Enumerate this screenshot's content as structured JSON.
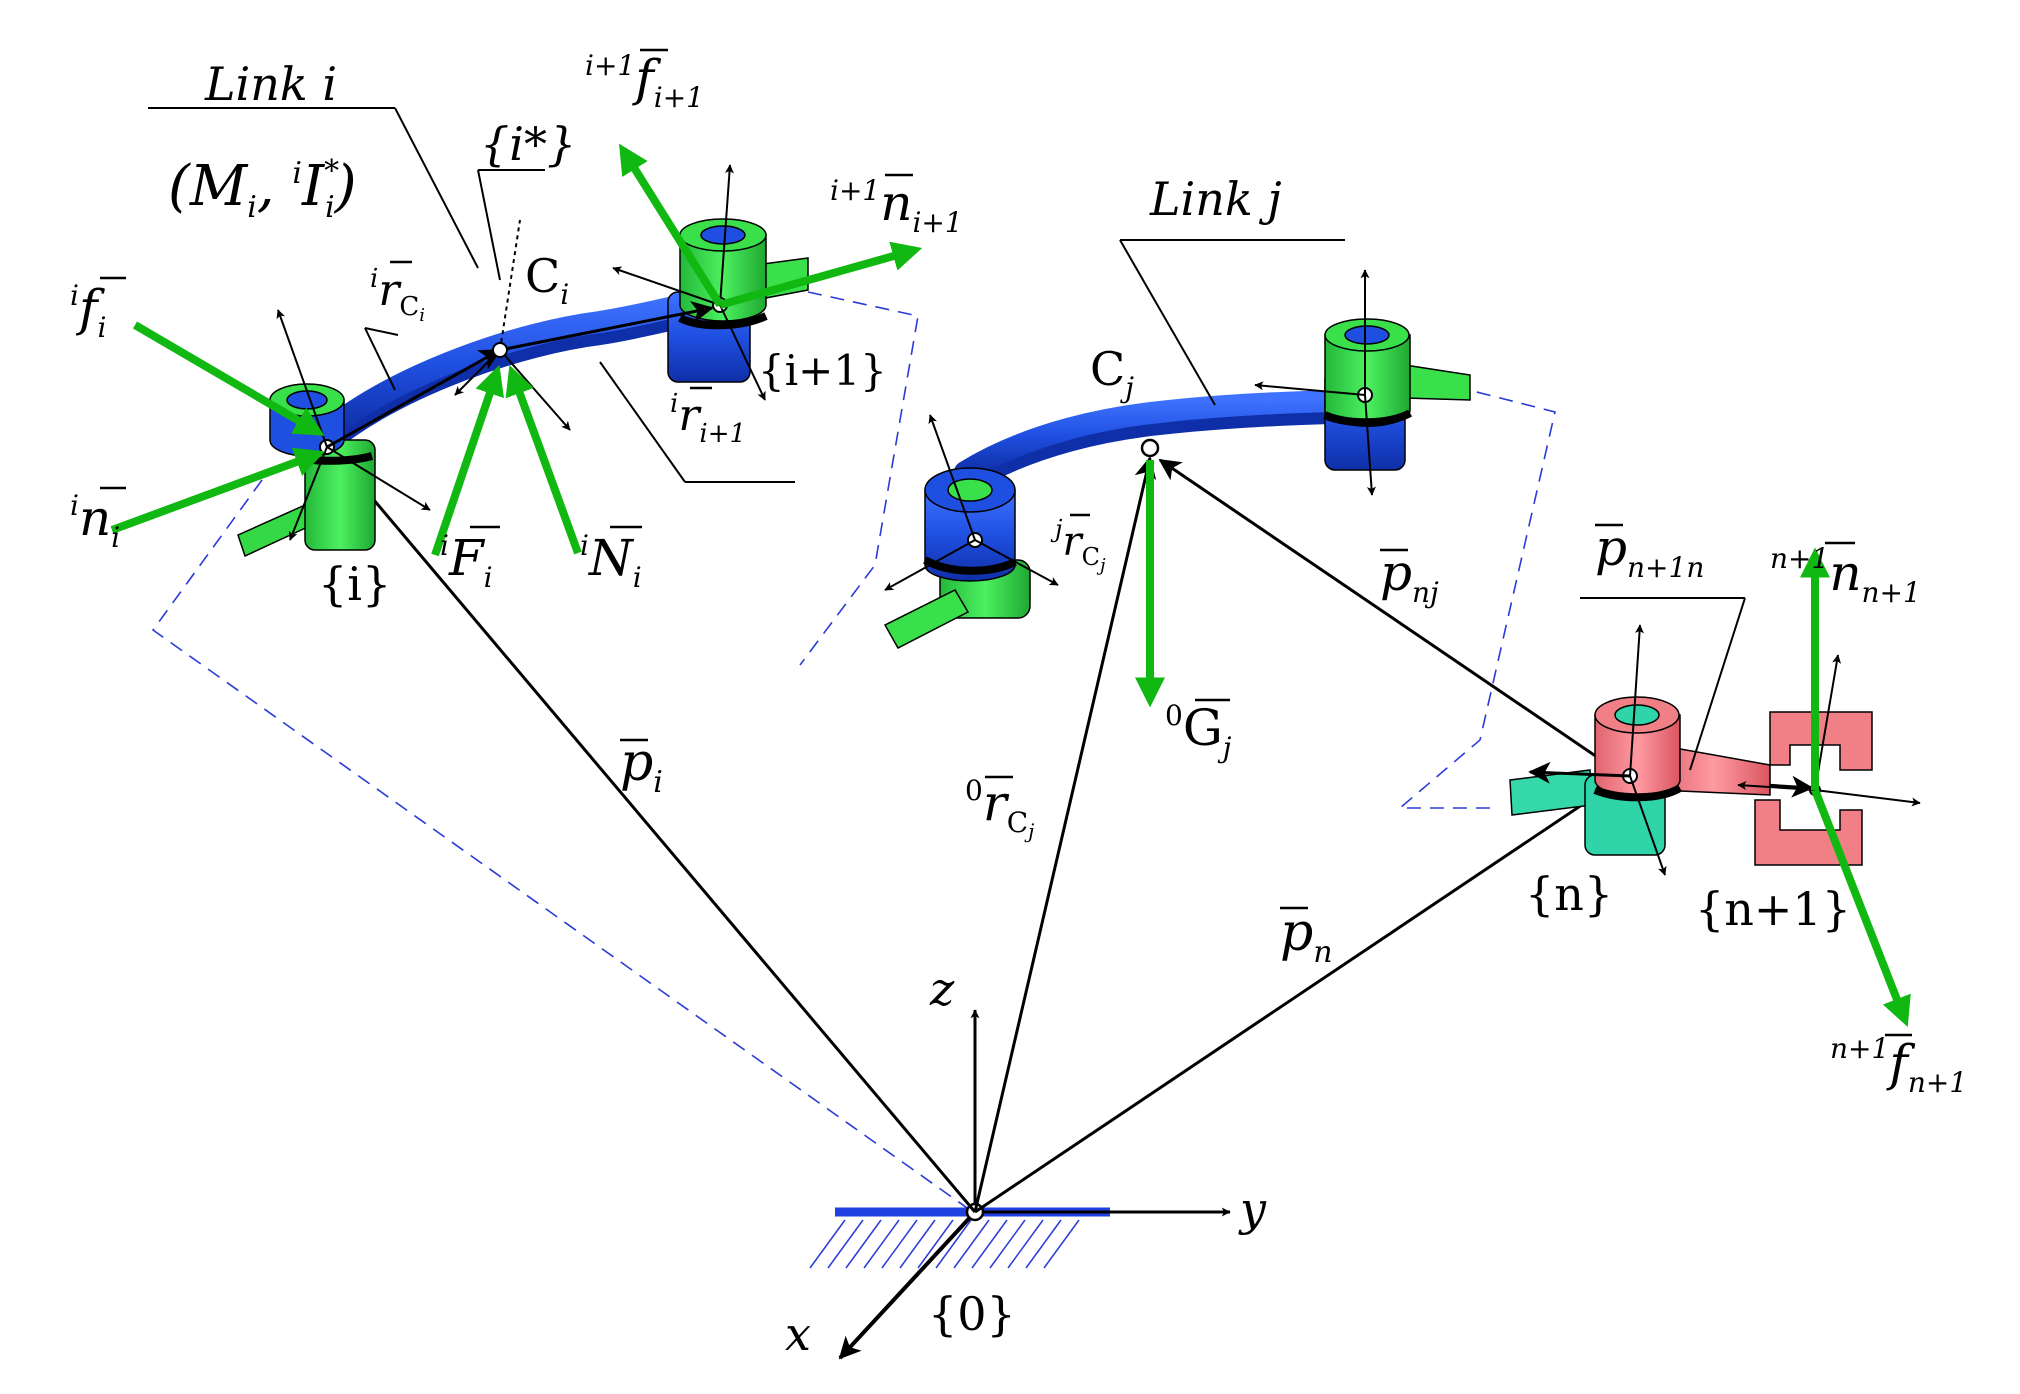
{
  "labels": {
    "link_i": "Link i",
    "link_i_mass": "(M",
    "link_i_mass_sub": "i",
    "link_i_inertia_sup": "i",
    "link_i_inertia": "I",
    "link_i_inertia_sub": "i",
    "link_i_inertia_star": "*",
    "link_i_close": ")",
    "frame_istar": "{i*}",
    "link_j": "Link j",
    "C_i": "C",
    "C_i_sub": "i",
    "C_j": "C",
    "C_j_sub": "j",
    "frame_i": "{i}",
    "frame_i1": "{i+1}",
    "frame_n": "{n}",
    "frame_n1": "{n+1}",
    "frame_0": "{0}",
    "axis_x": "x",
    "axis_y": "y",
    "axis_z": "z",
    "f_i_sup": "i",
    "f_i": "f",
    "f_i_sub": "i",
    "n_i_sup": "i",
    "n_i": "n",
    "n_i_sub": "i",
    "F_i_sup": "i",
    "F_i": "F",
    "F_i_sub": "i",
    "N_i_sup": "i",
    "N_i": "N",
    "N_i_sub": "i",
    "rC_i_sup": "i",
    "rC_i": "r",
    "rC_i_sub": "C",
    "rC_i_subsub": "i",
    "r_i1_sup": "i",
    "r_i1": "r",
    "r_i1_sub": "i+1",
    "f_i1_sup": "i+1",
    "f_i1": "f",
    "f_i1_sub": "i+1",
    "n_i1_sup": "i+1",
    "n_i1": "n",
    "n_i1_sub": "i+1",
    "rC_j_sup": "j",
    "rC_j": "r",
    "rC_j_sub": "C",
    "rC_j_subsub": "j",
    "G_j_sup": "0",
    "G_j": "G",
    "G_j_sub": "j",
    "p_nj": "p",
    "p_nj_sub": "nj",
    "p_n1n": "p",
    "p_n1n_sub": "n+1n",
    "n_n1_sup": "n+1",
    "n_n1": "n",
    "n_n1_sub": "n+1",
    "f_n1_sup": "n+1",
    "f_n1": "f",
    "f_n1_sub": "n+1",
    "p_i": "p",
    "p_i_sub": "i",
    "r0Cj_sup": "0",
    "r0Cj": "r",
    "r0Cj_sub": "C",
    "r0Cj_subsub": "j",
    "p_n": "p",
    "p_n_sub": "n"
  },
  "colors": {
    "link_blue": "#1f4fe0",
    "joint_green": "#39e04a",
    "force_green": "#11b811",
    "end_pink": "#f07f86",
    "end_teal": "#2fd4a8",
    "dash_blue": "#2a3bd6"
  }
}
